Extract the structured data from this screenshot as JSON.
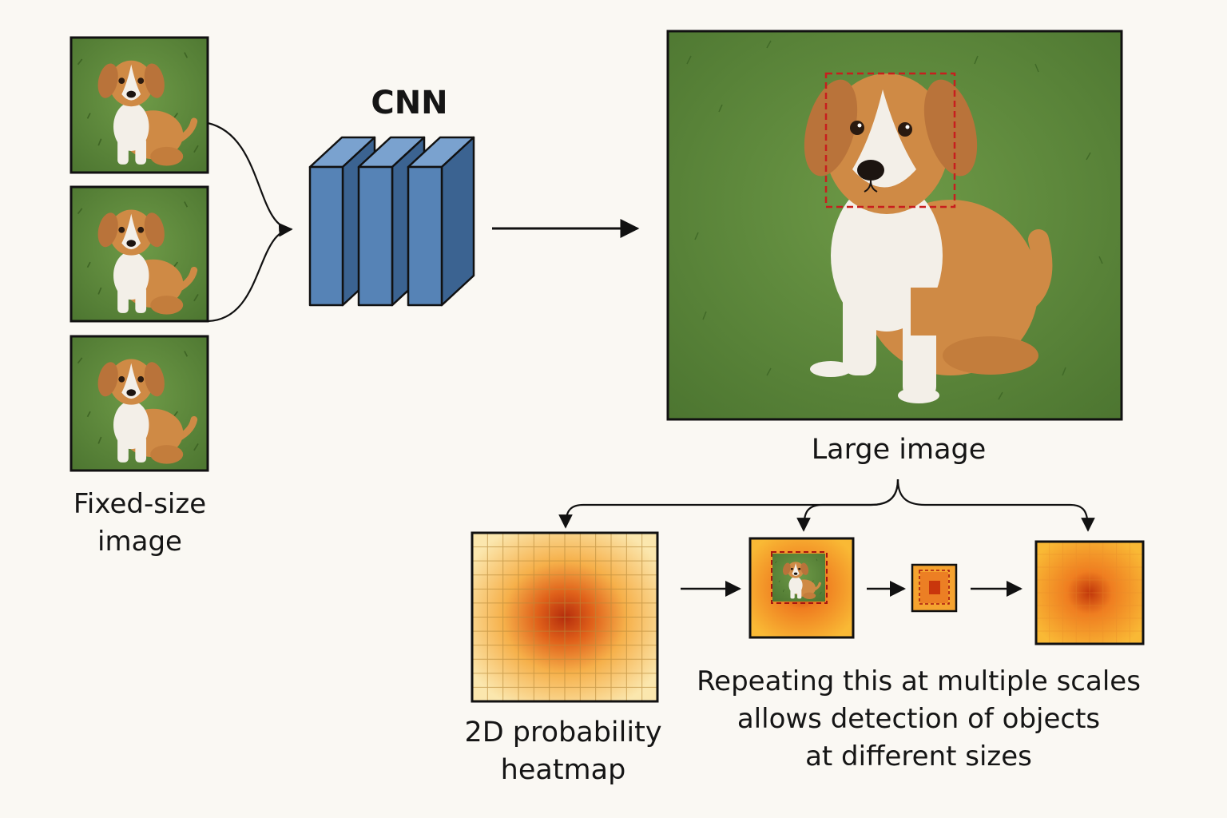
{
  "diagram": {
    "cnn_label": "CNN",
    "fixed_size_label_line1": "Fixed-size",
    "fixed_size_label_line2": "image",
    "large_image_label": "Large image",
    "heatmap_label_line1": "2D probability",
    "heatmap_label_line2": "heatmap",
    "caption_line1": "Repeating this at multiple scales",
    "caption_line2": "allows detection of objects",
    "caption_line3": "at different sizes"
  },
  "colors": {
    "background": "#faf8f3",
    "cnn_block_front": "#5683b6",
    "cnn_block_side": "#3b6391",
    "grass": "#5e8a3c",
    "dog_coat": "#cf8a45",
    "bounding_box": "#c81e1e",
    "heatmap_low": "#fbe7ae",
    "heatmap_high": "#b42c0c"
  },
  "icons": {
    "fixed_size_thumbnail": "dog-photo",
    "large_photo": "dog-photo",
    "cnn": "stacked-3d-blocks"
  }
}
